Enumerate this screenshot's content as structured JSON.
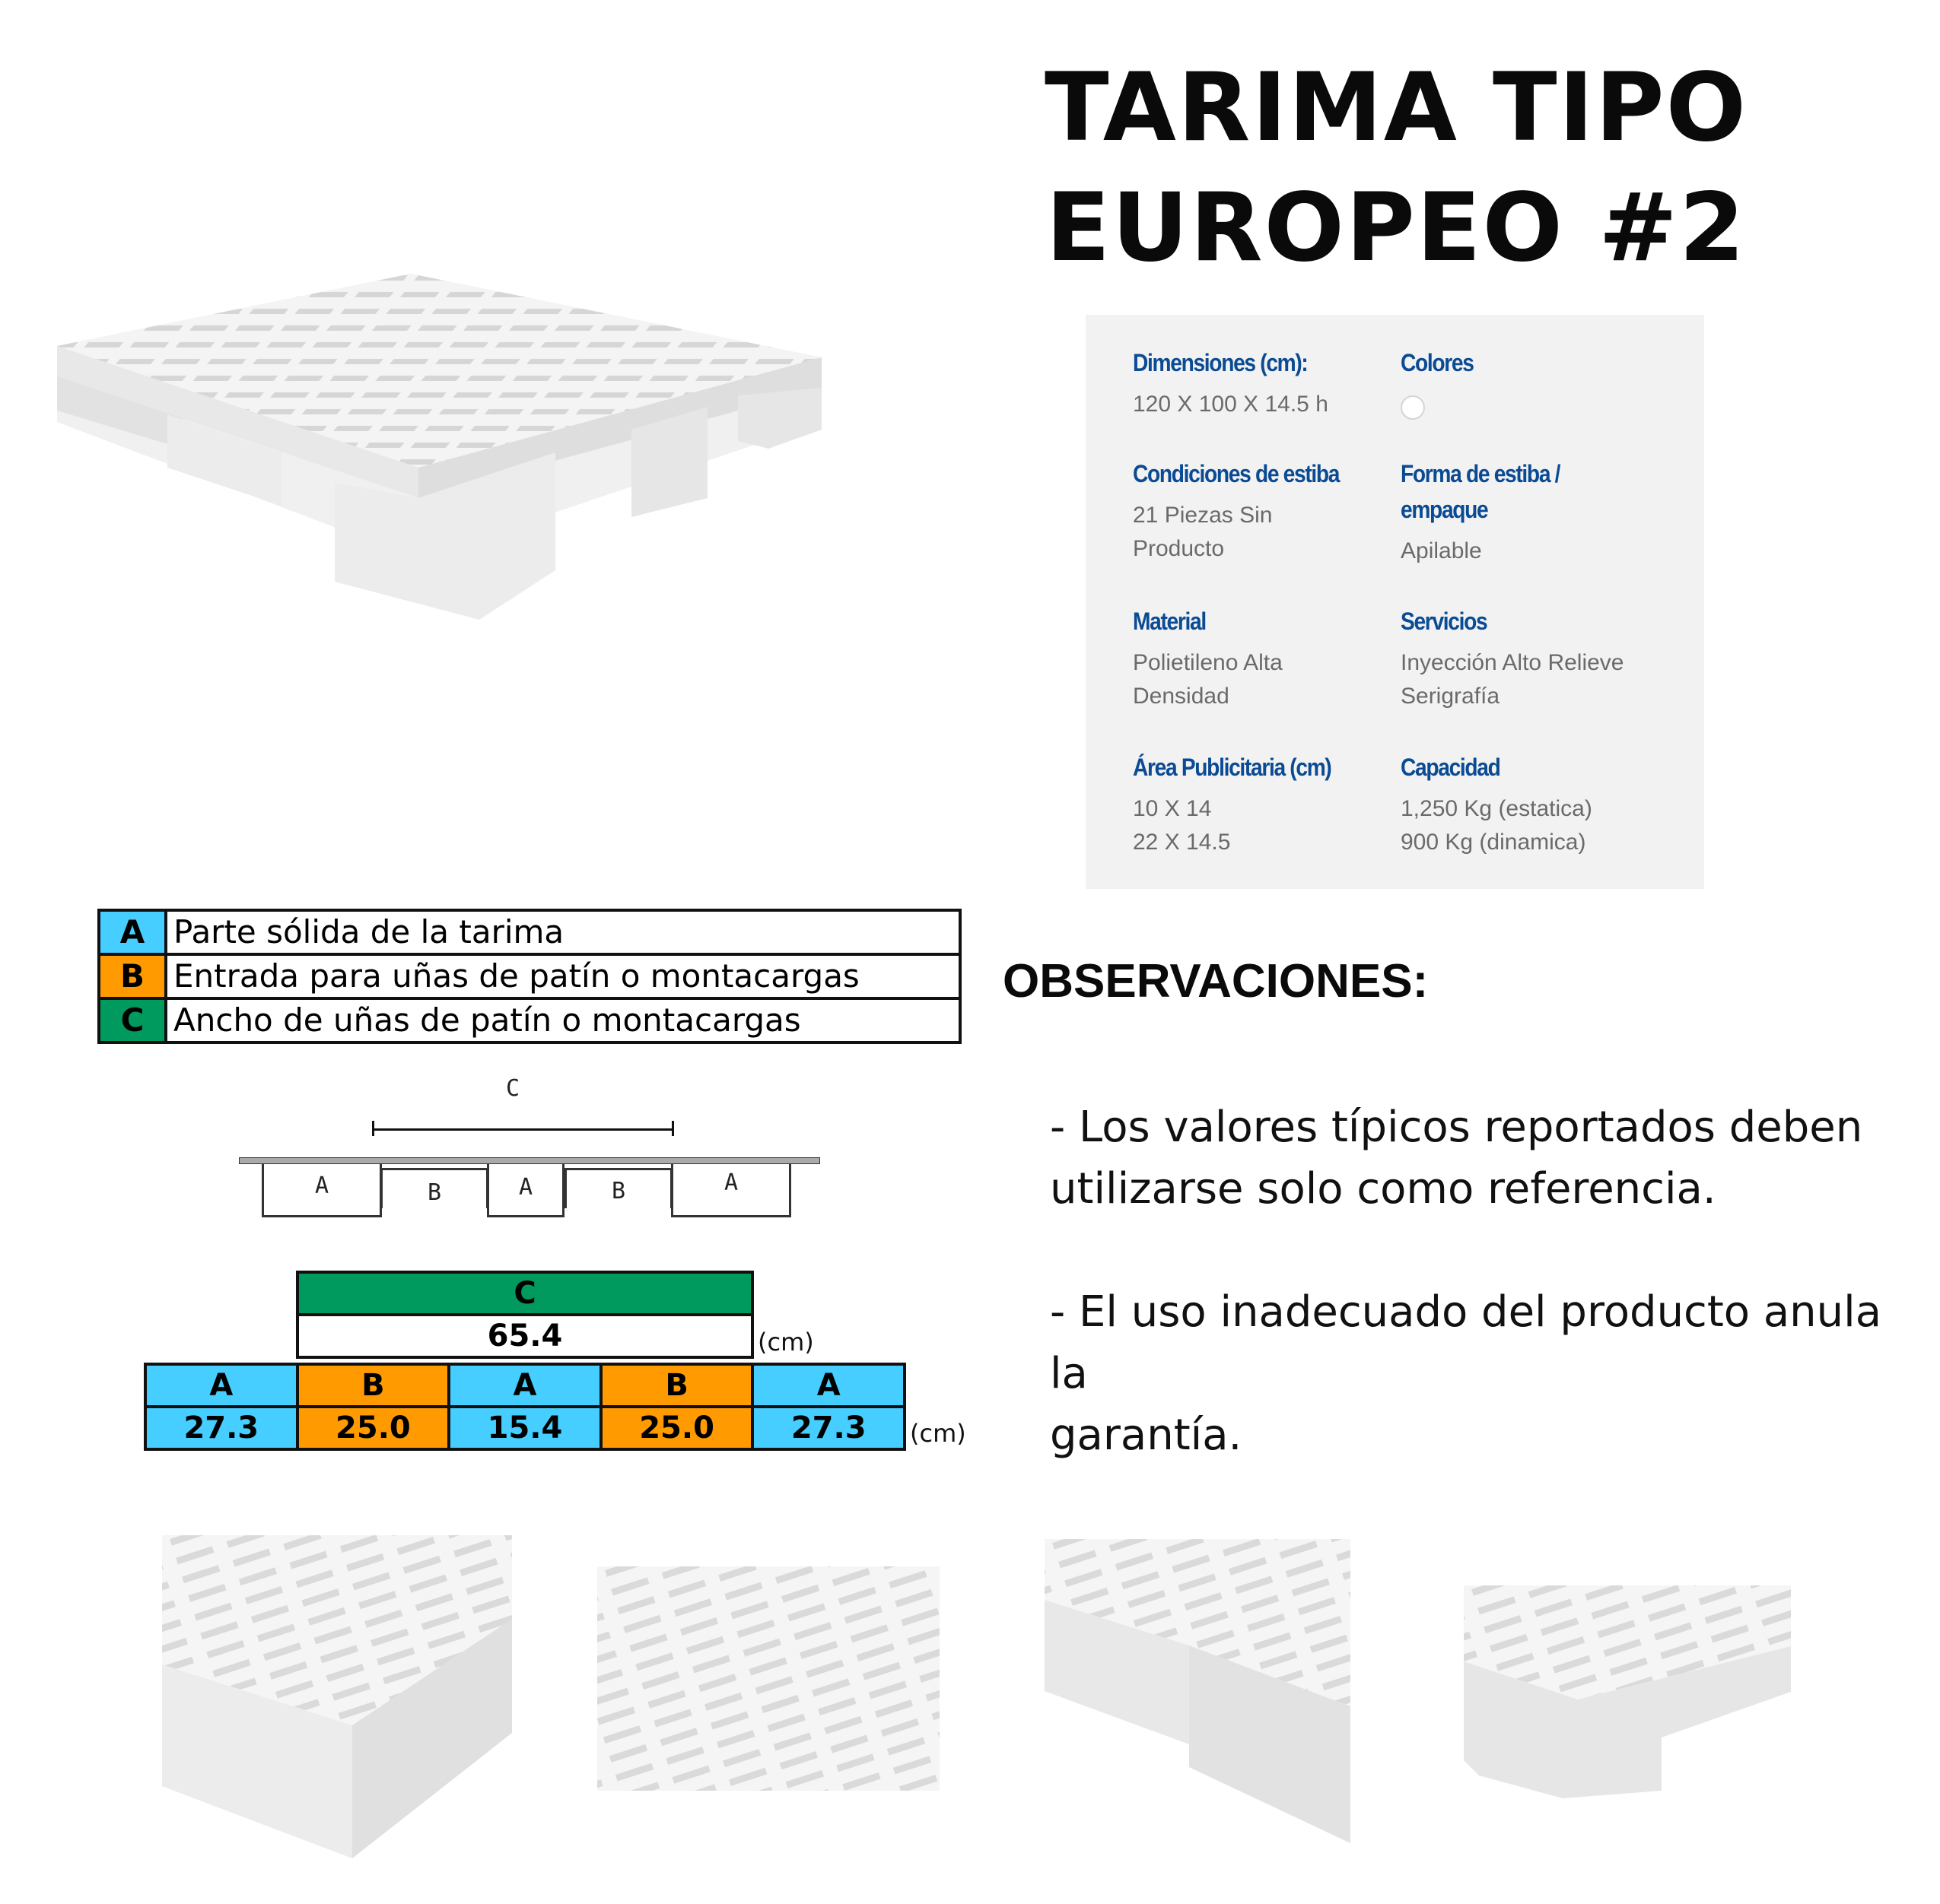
{
  "title": {
    "line1": "TARIMA TIPO",
    "line2": "EUROPEO #2"
  },
  "specs": {
    "dimensiones": {
      "label": "Dimensiones (cm):",
      "value": "120 X 100 X 14.5 h"
    },
    "colores": {
      "label": "Colores",
      "swatch": "#ffffff"
    },
    "condiciones": {
      "label": "Condiciones de estiba",
      "value1": "21 Piezas Sin",
      "value2": "Producto"
    },
    "forma": {
      "label1": "Forma de estiba /",
      "label2": "empaque",
      "value": "Apilable"
    },
    "material": {
      "label": "Material",
      "value1": "Polietileno Alta",
      "value2": "Densidad"
    },
    "servicios": {
      "label": "Servicios",
      "value1": "Inyección Alto Relieve",
      "value2": "Serigrafía"
    },
    "area": {
      "label": "Área Publicitaria (cm)",
      "value1": "10 X 14",
      "value2": "22 X 14.5"
    },
    "capacidad": {
      "label": "Capacidad",
      "value1": "1,250 Kg (estatica)",
      "value2": "900 Kg (dinamica)"
    }
  },
  "legend": [
    {
      "key": "A",
      "text": "Parte sólida de la tarima",
      "color": "#45ceff"
    },
    {
      "key": "B",
      "text": "Entrada para uñas de patín o montacargas",
      "color": "#ff9a00"
    },
    {
      "key": "C",
      "text": "Ancho de uñas de patín o montacargas",
      "color": "#009a5e"
    }
  ],
  "diagram": {
    "c_label": "C",
    "blocks": [
      "A",
      "B",
      "A",
      "B",
      "A"
    ]
  },
  "dimensions": {
    "c_header": "C",
    "c_value": "65.4",
    "unit": "(cm)",
    "headers": [
      "A",
      "B",
      "A",
      "B",
      "A"
    ],
    "values": [
      "27.3",
      "25.0",
      "15.4",
      "25.0",
      "27.3"
    ]
  },
  "observaciones": {
    "heading": "OBSERVACIONES:",
    "notes": [
      {
        "line1": "- Los valores típicos reportados deben",
        "line2": "utilizarse solo como referencia."
      },
      {
        "line1": "- El uso inadecuado  del producto anula la",
        "line2": "garantía."
      }
    ]
  }
}
